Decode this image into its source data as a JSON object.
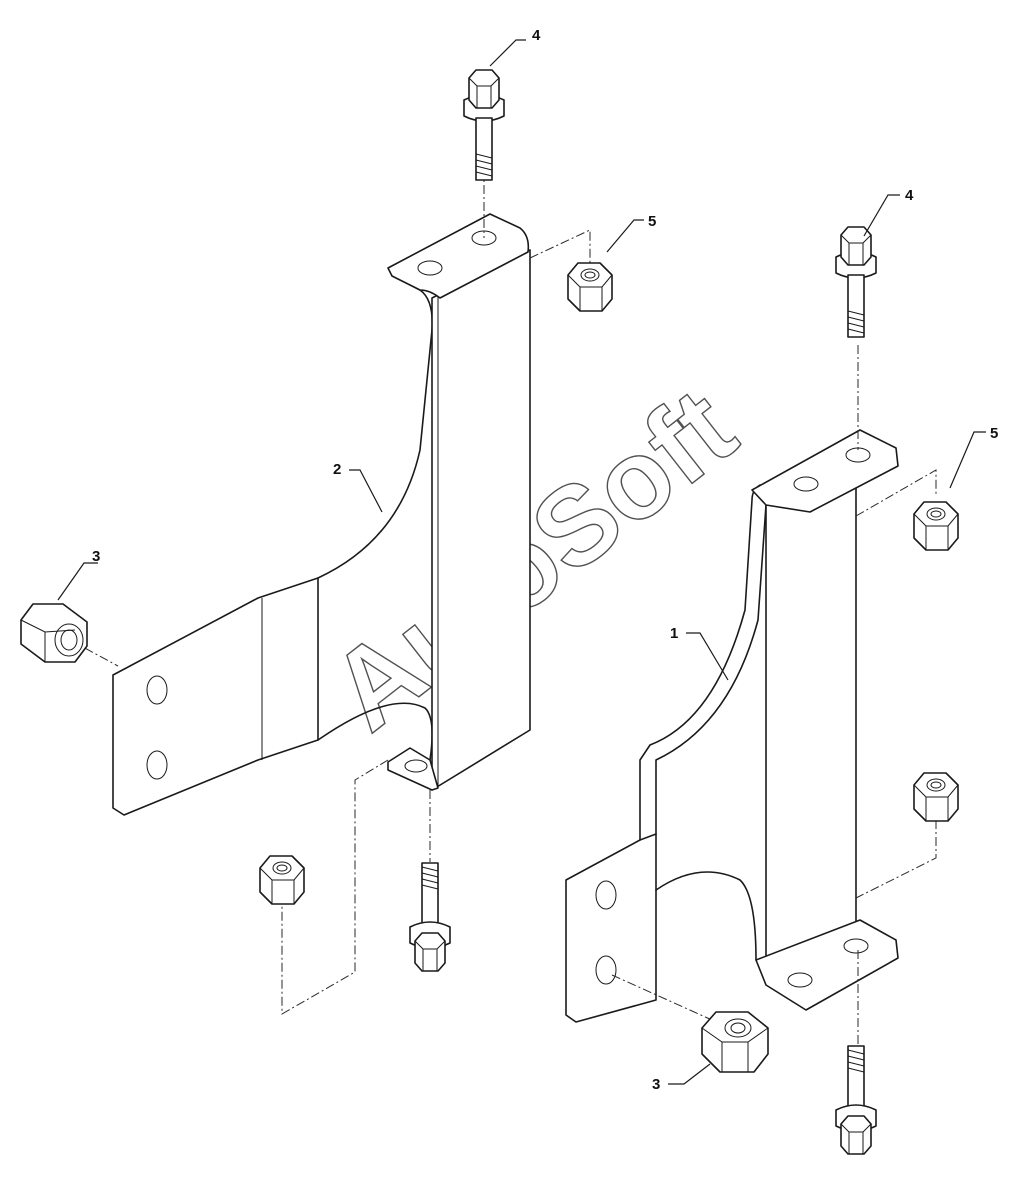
{
  "figure": {
    "watermark": "AutoSoft",
    "callouts": {
      "bracket_left": "2",
      "bracket_right": "1",
      "nut_large_left": "3",
      "nut_large_right": "3",
      "bolt_top_left": "4",
      "bolt_top_right": "4",
      "nut_small_left": "5",
      "nut_small_right": "5"
    }
  }
}
